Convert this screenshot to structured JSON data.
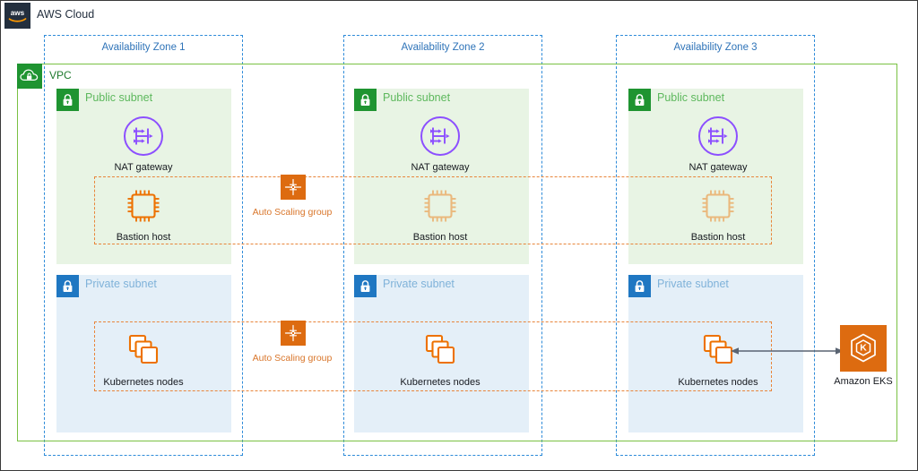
{
  "diagram": {
    "cloud_badge_text": "aws",
    "cloud_label": "AWS Cloud",
    "vpc_label": "VPC",
    "vpc_icon": "vpc-cloud-lock-icon",
    "cloud_icon": "aws-logo-icon",
    "colors": {
      "aws_navy": "#232F3E",
      "vpc_green_border": "#7AC143",
      "vpc_green_badge": "#1F9431",
      "az_blue_dashed": "#2E8BD9",
      "az_title_blue": "#2E73B8",
      "public_subnet_fill": "#E8F4E4",
      "public_subnet_label": "#5DB85D",
      "private_subnet_fill": "#E4EFF8",
      "private_subnet_badge": "#1F77C2",
      "private_subnet_label": "#7FB2D9",
      "asg_orange": "#DD6B10",
      "asg_dashed": "#E8853A",
      "nat_purple": "#8C4FFF",
      "node_orange": "#ED7100",
      "arrow_gray": "#5A6472",
      "frame_border": "#3a3a3a"
    }
  },
  "availability_zones": [
    {
      "id": "az1",
      "title": "Availability Zone 1",
      "public_subnet": {
        "label": "Public subnet",
        "badge_icon": "lock-icon",
        "nodes": [
          {
            "label": "NAT gateway",
            "icon": "nat-gateway-icon",
            "faded": false
          },
          {
            "label": "Bastion host",
            "icon": "bastion-host-icon",
            "faded": false
          }
        ]
      },
      "private_subnet": {
        "label": "Private subnet",
        "badge_icon": "lock-icon",
        "nodes": [
          {
            "label": "Kubernetes nodes",
            "icon": "kubernetes-nodes-icon",
            "faded": false
          }
        ]
      }
    },
    {
      "id": "az2",
      "title": "Availability Zone 2",
      "public_subnet": {
        "label": "Public subnet",
        "badge_icon": "lock-icon",
        "nodes": [
          {
            "label": "NAT gateway",
            "icon": "nat-gateway-icon",
            "faded": false
          },
          {
            "label": "Bastion host",
            "icon": "bastion-host-icon",
            "faded": true
          }
        ]
      },
      "private_subnet": {
        "label": "Private subnet",
        "badge_icon": "lock-icon",
        "nodes": [
          {
            "label": "Kubernetes nodes",
            "icon": "kubernetes-nodes-icon",
            "faded": false
          }
        ]
      }
    },
    {
      "id": "az3",
      "title": "Availability Zone 3",
      "public_subnet": {
        "label": "Public subnet",
        "badge_icon": "lock-icon",
        "nodes": [
          {
            "label": "NAT gateway",
            "icon": "nat-gateway-icon",
            "faded": false
          },
          {
            "label": "Bastion host",
            "icon": "bastion-host-icon",
            "faded": true
          }
        ]
      },
      "private_subnet": {
        "label": "Private subnet",
        "badge_icon": "lock-icon",
        "nodes": [
          {
            "label": "Kubernetes nodes",
            "icon": "kubernetes-nodes-icon",
            "faded": false
          }
        ]
      }
    }
  ],
  "auto_scaling_groups": [
    {
      "id": "asg-bastion",
      "label": "Auto Scaling group",
      "icon": "auto-scaling-group-icon"
    },
    {
      "id": "asg-nodes",
      "label": "Auto Scaling group",
      "icon": "auto-scaling-group-icon"
    }
  ],
  "services": [
    {
      "id": "eks",
      "label": "Amazon EKS",
      "icon": "amazon-eks-icon"
    }
  ],
  "connections": [
    {
      "id": "eks-to-nodes",
      "from": "Amazon EKS",
      "to": "Kubernetes nodes",
      "style": "double-arrow"
    }
  ]
}
